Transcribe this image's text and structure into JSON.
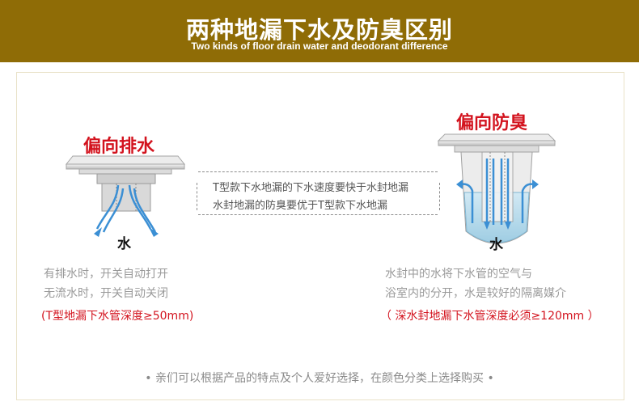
{
  "header": {
    "title": "两种地漏下水及防臭区别",
    "subtitle": "Two kinds of floor drain water and deodorant difference"
  },
  "left": {
    "label": "偏向排水",
    "water_char": "水",
    "caption_line1": "有排水时，开关自动打开",
    "caption_line2": "无流水时，开关自动关闭",
    "note": "(T型地漏下水管深度≥50mm)"
  },
  "center": {
    "line1": "T型款下水地漏的下水速度要快于水封地漏",
    "line2": "水封地漏的防臭要优于T型款下水地漏"
  },
  "right": {
    "label": "偏向防臭",
    "water_char": "水",
    "caption_line1": "水封中的水将下水管的空气与",
    "caption_line2": "浴室内的分开，水是较好的隔离媒介",
    "note": "（ 深水封地漏下水管深度必须≥120mm ）"
  },
  "footer": {
    "text": "• 亲们可以根据产品的特点及个人爱好选择，在颜色分类上选择购买 •"
  },
  "colors": {
    "header_bg": "#8f6c06",
    "accent_red": "#d3131e",
    "water_blue": "#3b8fd4",
    "caption_gray": "#9a9a9a"
  }
}
